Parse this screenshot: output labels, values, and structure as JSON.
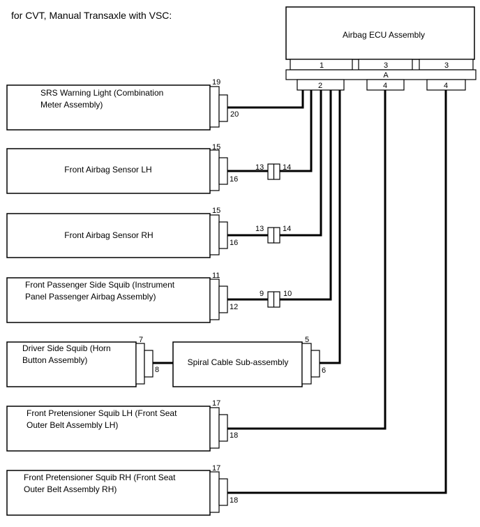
{
  "header": {
    "title": "for CVT, Manual Transaxle with VSC:"
  },
  "ecu": {
    "label": "Airbag ECU Assembly",
    "connector_letter": "A",
    "connector_top_pins": [
      "1",
      "3",
      "3"
    ],
    "connector_bottom_pins": [
      "2",
      "4",
      "4"
    ]
  },
  "components": [
    {
      "label_line1": "SRS Warning Light (Combination",
      "label_line2": "Meter Assembly)",
      "pin_top": "19",
      "pin_bottom": "20"
    },
    {
      "label_line1": "Front Airbag Sensor LH",
      "label_line2": "",
      "pin_top": "15",
      "pin_bottom": "16",
      "joint_left": "13",
      "joint_right": "14"
    },
    {
      "label_line1": "Front Airbag Sensor RH",
      "label_line2": "",
      "pin_top": "15",
      "pin_bottom": "16",
      "joint_left": "13",
      "joint_right": "14"
    },
    {
      "label_line1": "Front Passenger Side Squib (Instrument",
      "label_line2": "Panel Passenger Airbag Assembly)",
      "pin_top": "11",
      "pin_bottom": "12",
      "joint_left": "9",
      "joint_right": "10"
    },
    {
      "label_line1": "Driver Side Squib (Horn",
      "label_line2": "Button Assembly)",
      "pin_top": "7",
      "pin_bottom": "8"
    },
    {
      "label_line1": "Front Pretensioner Squib LH (Front Seat",
      "label_line2": "Outer Belt Assembly LH)",
      "pin_top": "17",
      "pin_bottom": "18"
    },
    {
      "label_line1": "Front Pretensioner Squib RH (Front Seat",
      "label_line2": "Outer Belt Assembly RH)",
      "pin_top": "17",
      "pin_bottom": "18"
    }
  ],
  "spiral_cable": {
    "label": "Spiral Cable Sub-assembly",
    "pin_top": "5",
    "pin_bottom": "6"
  }
}
